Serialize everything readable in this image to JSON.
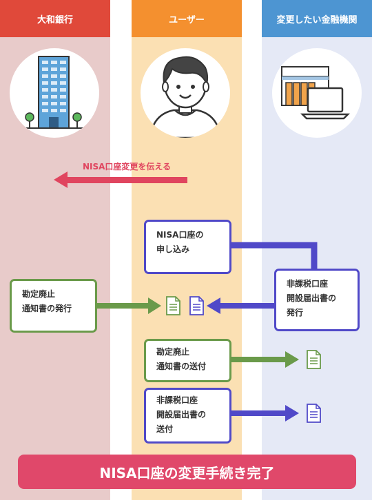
{
  "lanes": {
    "bank": "大和銀行",
    "user": "ユーザー",
    "fin": "変更したい金融機関"
  },
  "arrow_label": "NISA口座変更を伝える",
  "boxes": {
    "nisa_apply": [
      "NISA口座の",
      "申し込み"
    ],
    "tax_free_doc": [
      "非課税口座",
      "開設届出書の",
      "発行"
    ],
    "cancel_notice_issue": [
      "勘定廃止",
      "通知書の発行"
    ],
    "cancel_notice_send": [
      "勘定廃止",
      "通知書の送付"
    ],
    "tax_free_doc_send": [
      "非課税口座",
      "開設届出書の",
      "送付"
    ]
  },
  "banner": "NISA口座の変更手続き完了",
  "colors": {
    "bank": "#e0493a",
    "user": "#f4902f",
    "fin": "#4d95d2",
    "purple": "#5049c8",
    "green": "#6a9a4a",
    "pink": "#e0486a"
  },
  "icons": [
    "building-icon",
    "person-icon",
    "store-laptop-icon",
    "document-icon"
  ]
}
